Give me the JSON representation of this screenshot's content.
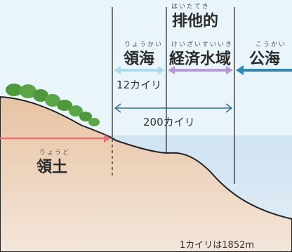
{
  "colors": {
    "sky": "#eaf4fb",
    "sea": "#cfe3f1",
    "land_top": "#e7c3a2",
    "land_bottom": "#f3e6da",
    "tree": "#4e9a3a",
    "territorial_arrow": "#a9dcf1",
    "eez_arrow": "#b59ad8",
    "high_seas_arrow": "#2f88b5",
    "land_arrow": "#e8727a",
    "span_arrow": "#2f6f9a",
    "line": "#222222"
  },
  "labels": {
    "eez": {
      "ruby": "はいたてき",
      "title": "排他的",
      "ruby2": "けいざいすいいき",
      "text": "経済水域"
    },
    "territorial_sea": {
      "ruby": "りょうかい",
      "text": "領海"
    },
    "high_seas": {
      "ruby": "こうかい",
      "text": "公海"
    },
    "land": {
      "ruby": "りょうど",
      "text": "領土"
    }
  },
  "distances": {
    "territorial": "12カイリ",
    "eez": "200カイリ",
    "note": "1カイリは1852m"
  }
}
